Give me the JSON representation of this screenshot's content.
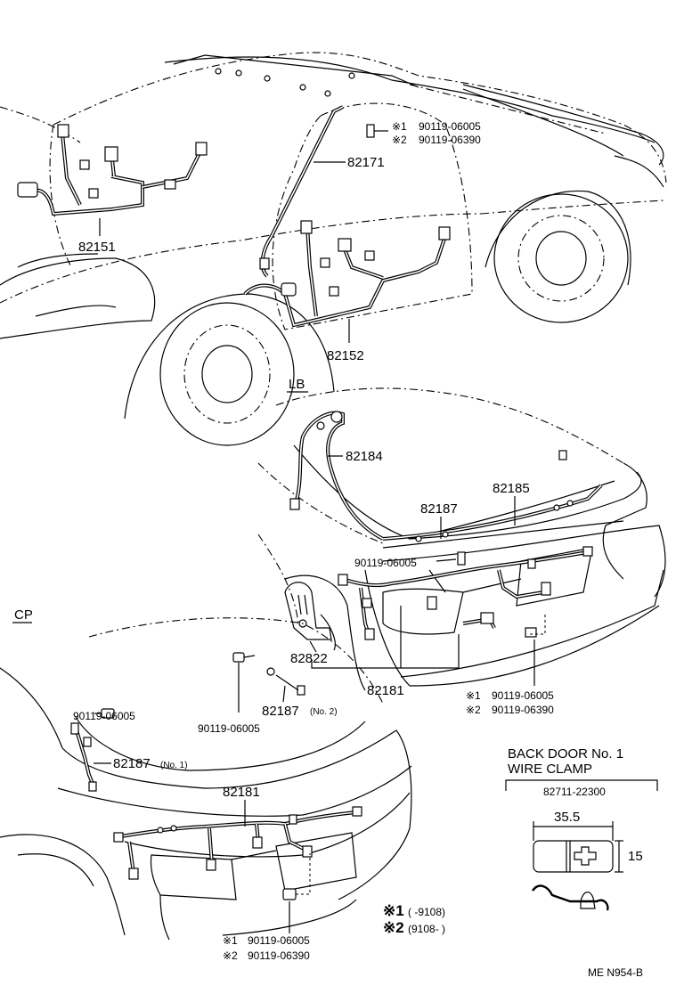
{
  "sections": {
    "lb": "LB",
    "cp": "CP"
  },
  "parts": {
    "p82151": "82151",
    "p82171": "82171",
    "p82152": "82152",
    "p82184": "82184",
    "p82185": "82185",
    "p82187_lb": "82187",
    "p82822": "82822",
    "p82181_lb": "82181",
    "p82181_cp": "82181",
    "p82187_cp_no1": "82187",
    "p82187_cp_no1_note": "(No. 1)",
    "p82187_cp_no2": "82187",
    "p82187_cp_no2_note": "(No. 2)"
  },
  "fasteners": {
    "top_mark1": "※1",
    "top_code1": "90119-06005",
    "top_mark2": "※2",
    "top_code2": "90119-06390",
    "lb_center": "90119-06005",
    "lb_right_mark1": "※1",
    "lb_right_code1": "90119-06005",
    "lb_right_mark2": "※2",
    "lb_right_code2": "90119-06390",
    "cp_left": "90119-06005",
    "cp_center": "90119-06005",
    "cp_bottom_mark1": "※1",
    "cp_bottom_code1": "90119-06005",
    "cp_bottom_mark2": "※2",
    "cp_bottom_code2": "90119-06390"
  },
  "clamp": {
    "title_line1": "BACK  DOOR  No. 1",
    "title_line2": "WIRE  CLAMP",
    "part_no": "82711-22300",
    "width": "35.5",
    "height": "15"
  },
  "legend": {
    "mark1": "※1",
    "range1": "(          -9108)",
    "mark2": "※2",
    "range2": "(9108-          )"
  },
  "figure_code": "ME N954-B"
}
